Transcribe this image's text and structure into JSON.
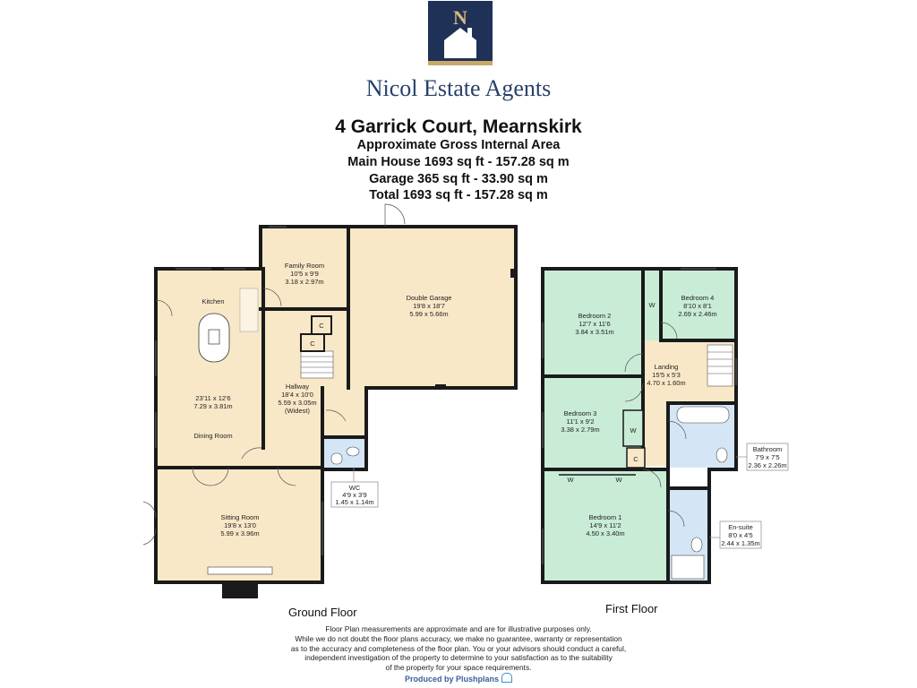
{
  "brand": {
    "logo_letter": "N",
    "name": "Nicol Estate Agents",
    "accent": "#1f3157",
    "gold": "#c9a86a"
  },
  "header": {
    "address": "4 Garrick Court, Mearnskirk",
    "line1": "Approximate Gross Internal Area",
    "line2": "Main House 1693 sq ft - 157.28 sq m",
    "line3": "Garage 365 sq ft - 33.90 sq m",
    "line4": "Total 1693 sq ft - 157.28 sq m"
  },
  "rooms": {
    "kitchen": "Kitchen",
    "dining_dims1": "23'11 x 12'6",
    "dining_dims2": "7.29 x 3.81m",
    "dining": "Dining Room",
    "family": "Family Room",
    "family_dims1": "10'5 x 9'9",
    "family_dims2": "3.18 x 2.97m",
    "garage": "Double Garage",
    "garage_dims1": "19'8 x 18'7",
    "garage_dims2": "5.99 x 5.66m",
    "hallway": "Hallway",
    "hallway_dims1": "18'4 x 10'0",
    "hallway_dims2": "5.59 x 3.05m",
    "hallway_note": "(Widest)",
    "wc": "WC",
    "wc_dims1": "4'9 x 3'9",
    "wc_dims2": "1.45 x 1.14m",
    "sitting": "Sitting Room",
    "sitting_dims1": "19'8 x 13'0",
    "sitting_dims2": "5.99 x 3.96m",
    "bed2": "Bedroom 2",
    "bed2_dims1": "12'7 x 11'6",
    "bed2_dims2": "3.84 x 3.51m",
    "bed4": "Bedroom 4",
    "bed4_dims1": "8'10 x 8'1",
    "bed4_dims2": "2.69 x 2.46m",
    "landing": "Landing",
    "landing_dims1": "15'5 x 5'3",
    "landing_dims2": "4.70 x 1.60m",
    "bed3": "Bedroom 3",
    "bed3_dims1": "11'1 x 9'2",
    "bed3_dims2": "3.38 x 2.79m",
    "bathroom": "Bathroom",
    "bathroom_dims1": "7'9 x 7'5",
    "bathroom_dims2": "2.36 x 2.26m",
    "bed1": "Bedroom 1",
    "bed1_dims1": "14'9 x 11'2",
    "bed1_dims2": "4.50 x 3.40m",
    "ensuite": "En-suite",
    "ensuite_dims1": "8'0 x 4'5",
    "ensuite_dims2": "2.44 x 1.35m",
    "cupboard": "C",
    "wardrobe": "W"
  },
  "floors": {
    "ground": "Ground Floor",
    "first": "First Floor"
  },
  "disclaimer": [
    "Floor Plan measurements are approximate and are for illustrative purposes only.",
    "While we do not doubt the floor plans accuracy, we make no guarantee, warranty or representation",
    "as to the accuracy and completeness of the floor plan. You or your advisors should conduct a careful,",
    "independent investigation of the property to determine to your satisfaction as to the suitability",
    "of the property for your space requirements."
  ],
  "produced_by": "Produced by Plushplans",
  "colors": {
    "ground_fill": "#f9e8c8",
    "green_fill": "#c9ecd6",
    "blue_fill": "#d4e6f6",
    "wall": "#1a1a1a"
  }
}
